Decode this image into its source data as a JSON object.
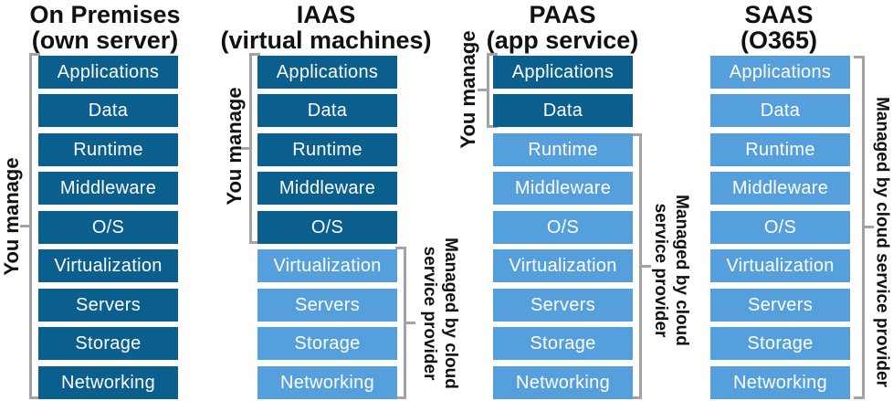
{
  "diagram": {
    "layers": [
      "Applications",
      "Data",
      "Runtime",
      "Middleware",
      "O/S",
      "Virtualization",
      "Servers",
      "Storage",
      "Networking"
    ],
    "columns": [
      {
        "title": "On Premises",
        "subtitle": "(own server)",
        "you_manage_layers": 9,
        "provider_layers": 0
      },
      {
        "title": "IAAS",
        "subtitle": "(virtual machines)",
        "you_manage_layers": 5,
        "provider_layers": 4
      },
      {
        "title": "PAAS",
        "subtitle": "(app service)",
        "you_manage_layers": 2,
        "provider_layers": 7
      },
      {
        "title": "SAAS",
        "subtitle": "(O365)",
        "you_manage_layers": 0,
        "provider_layers": 9
      }
    ],
    "labels": {
      "you_manage": "You manage",
      "managed_line1": "Managed by cloud",
      "managed_line2": "service provider",
      "managed_full": "Managed by cloud service provider"
    },
    "colors": {
      "you_manage_box": "#0A5F8E",
      "provider_box": "#55A0DC",
      "bracket": "#A3A3A3",
      "box_text": "#FFFFFF",
      "heading_text": "#111111"
    }
  }
}
